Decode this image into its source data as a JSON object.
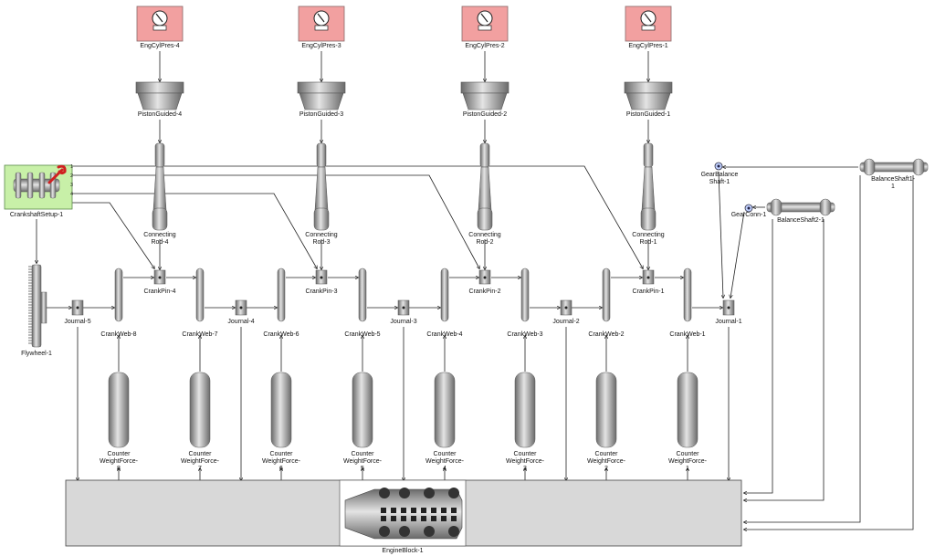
{
  "colors": {
    "sensor_fill": "#f2a0a0",
    "setup_fill": "#c8f0a8",
    "block_fill": "#d8d8d8",
    "metal": "#9a9a9a"
  },
  "sensors": [
    "EngCylPres-4",
    "EngCylPres-3",
    "EngCylPres-2",
    "EngCylPres-1"
  ],
  "pistons": [
    "PistonGuided-4",
    "PistonGuided-3",
    "PistonGuided-2",
    "PistonGuided-1"
  ],
  "rods": [
    "Connecting\nRod-4",
    "Connecting\nRod-3",
    "Connecting\nRod-2",
    "Connecting\nRod-1"
  ],
  "crankpins": [
    "CrankPin-4",
    "CrankPin-3",
    "CrankPin-2",
    "CrankPin-1"
  ],
  "journals": [
    "Journal-5",
    "Journal-4",
    "Journal-3",
    "Journal-2",
    "Journal-1"
  ],
  "webs": [
    "CrankWeb-8",
    "CrankWeb-7",
    "CrankWeb-6",
    "CrankWeb-5",
    "CrankWeb-4",
    "CrankWeb-3",
    "CrankWeb-2",
    "CrankWeb-1"
  ],
  "counterweights": [
    "Counter\nWeightForce-\n8",
    "Counter\nWeightForce-\n7",
    "Counter\nWeightForce-\n6",
    "Counter\nWeightForce-\n5",
    "Counter\nWeightForce-\n4",
    "Counter\nWeightForce-\n3",
    "Counter\nWeightForce-\n2",
    "Counter\nWeightForce-\n1"
  ],
  "crankshaft_setup": "CrankshaftSetup-1",
  "flywheel": "Flywheel-1",
  "gear_balance": "GearBalance\nShaft-1",
  "gear_conn": "GearConn-1",
  "balance_shaft_1": "BalanceShaft1-1",
  "balance_shaft_2": "BalanceShaft2-1",
  "engine_block": "EngineBlock-1",
  "setup_ports": [
    "1",
    "2",
    "3",
    "4"
  ]
}
